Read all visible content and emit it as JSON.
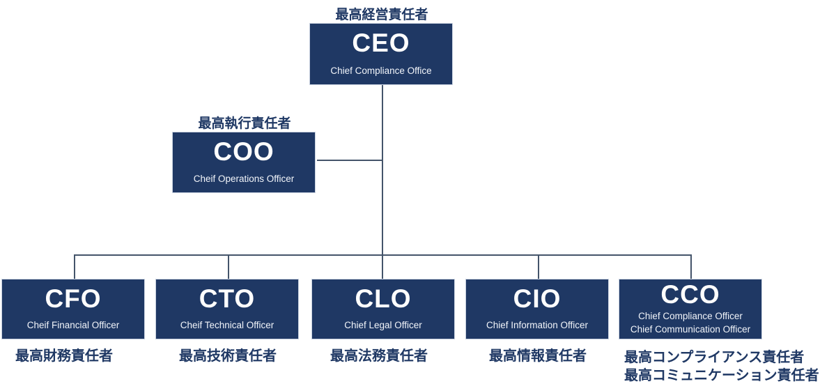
{
  "diagram": {
    "type": "org-chart",
    "colors": {
      "box_fill": "#1F3864",
      "box_border": "#C9D2E0",
      "box_text": "#FFFFFF",
      "label_text": "#1F3864",
      "connector": "#44546A",
      "background": "#FFFFFF"
    },
    "nodes": {
      "ceo": {
        "label_above": "最高経営責任者",
        "acronym": "CEO",
        "subtitle": "Chief Compliance Office"
      },
      "coo": {
        "label_above": "最高執行責任者",
        "acronym": "COO",
        "subtitle": "Cheif Operations Officer"
      },
      "cfo": {
        "acronym": "CFO",
        "subtitle": "Cheif Financial Officer",
        "label_below": "最高財務責任者"
      },
      "cto": {
        "acronym": "CTO",
        "subtitle": "Cheif Technical Officer",
        "label_below": "最高技術責任者"
      },
      "clo": {
        "acronym": "CLO",
        "subtitle": "Chief Legal Officer",
        "label_below": "最高法務責任者"
      },
      "cio": {
        "acronym": "CIO",
        "subtitle": "Chief Information Officer",
        "label_below": "最高情報責任者"
      },
      "cco": {
        "acronym": "CCO",
        "subtitle_line1": "Chief Compliance Officer",
        "subtitle_line2": "Chief Communication Officer",
        "label_below_line1": "最高コンプライアンス責任者",
        "label_below_line2": "最高コミュニケーション責任者"
      }
    },
    "edges": [
      "CEO-COO",
      "CEO-CFO",
      "CEO-CTO",
      "CEO-CLO",
      "CEO-CIO",
      "CEO-CCO"
    ]
  }
}
